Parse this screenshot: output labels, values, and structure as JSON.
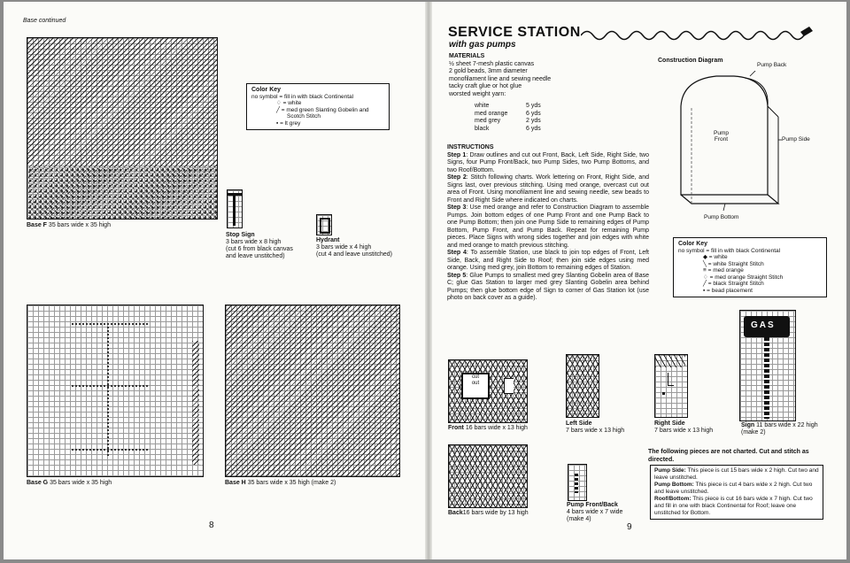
{
  "left_page": {
    "running_head": "Base continued",
    "color_key": {
      "title": "Color Key",
      "rows": [
        "no symbol = fill in with black Continental",
        "♢ = white",
        "╱ = med green Slanting Gobelin and",
        "Scotch Stitch",
        "▪ = lt grey"
      ]
    },
    "base_f": {
      "name": "Base F",
      "size": "35 bars wide x 35 high"
    },
    "stop_sign": {
      "name": "Stop Sign",
      "size": "3 bars wide x 8 high",
      "note1": "(cut 6 from black canvas",
      "note2": "and leave unstitched)"
    },
    "hydrant": {
      "name": "Hydrant",
      "size": "3 bars wide x 4 high",
      "note1": "(cut 4 and leave unstitched)"
    },
    "base_g": {
      "name": "Base G",
      "size": "35 bars wide x 35 high"
    },
    "base_h": {
      "name": "Base H",
      "size": "35 bars wide x 35 high (make 2)"
    },
    "page_number": "8"
  },
  "right_page": {
    "title": "SERVICE STATION",
    "subtitle": "with gas pumps",
    "materials_heading": "MATERIALS",
    "materials": [
      "½ sheet 7-mesh plastic canvas",
      "2 gold beads, 3mm diameter",
      "monofilament line and sewing needle",
      "tacky craft glue or hot glue",
      "worsted weight yarn:"
    ],
    "yarn": [
      {
        "color": "white",
        "amount": "5 yds"
      },
      {
        "color": "med orange",
        "amount": "6 yds"
      },
      {
        "color": "med grey",
        "amount": "2 yds"
      },
      {
        "color": "black",
        "amount": "6 yds"
      }
    ],
    "instructions_heading": "INSTRUCTIONS",
    "steps": [
      {
        "label": "Step 1",
        "text": ": Draw outlines and cut out Front, Back, Left Side, Right Side, two Signs, four Pump Front/Back, two Pump Sides, two Pump Bottoms, and two Roof/Bottom."
      },
      {
        "label": "Step 2",
        "text": ": Stitch following charts. Work lettering on Front, Right Side, and Signs last, over previous stitching. Using med orange, overcast cut out area of Front. Using monofilament line and sewing needle, sew beads to Front and Right Side where indicated on charts."
      },
      {
        "label": "Step 3",
        "text": ": Use med orange and refer to Construction Diagram to assemble Pumps. Join bottom edges of one Pump Front and one Pump Back to one Pump Bottom; then join one Pump Side to remaining edges of Pump Bottom, Pump Front, and Pump Back. Repeat for remaining Pump pieces. Place Signs with wrong sides together and join edges with white and med orange to match previous stitching."
      },
      {
        "label": "Step 4",
        "text": ": To assemble Station, use black to join top edges of Front, Left Side, Back, and Right Side to Roof; then join side edges using med orange. Using med grey, join Bottom to remaining edges of Station."
      },
      {
        "label": "Step 5",
        "text": ": Glue Pumps to smallest med grey Slanting Gobelin area of Base C; glue Gas Station to larger med grey Slanting Gobelin area behind Pumps; then glue bottom edge of Sign to corner of Gas Station lot (use photo on back cover as a guide)."
      }
    ],
    "construction": {
      "title": "Construction Diagram",
      "pump_back": "Pump Back",
      "pump_front": "Pump\nFront",
      "pump_side": "Pump Side",
      "pump_bottom": "Pump Bottom"
    },
    "color_key": {
      "title": "Color Key",
      "rows": [
        "no symbol = fill in with black Continental",
        "◆ = white",
        "╲ = white Straight Stitch",
        "≡ = med orange",
        "♢ = med orange Straight Stitch",
        "╱ = black Straight Stitch",
        "▪ = bead placement"
      ]
    },
    "front": {
      "name": "Front",
      "size": "16 bars wide x 13 high",
      "cutout": "cut\nout"
    },
    "left_side": {
      "name": "Left Side",
      "size": "7 bars wide x 13 high"
    },
    "right_side": {
      "name": "Right Side",
      "size": "7 bars wide x 13 high"
    },
    "sign": {
      "name": "Sign",
      "size": "11 bars wide x 22 high",
      "note": "(make 2)",
      "letters": "GAS"
    },
    "back": {
      "name": "Back",
      "size": "16 bars wide by 13 high"
    },
    "pump_front_back": {
      "name": "Pump Front/Back",
      "size": "4 bars wide x 7 wide",
      "note": "(make 4)"
    },
    "uncharted_heading": "The following pieces are not charted. Cut and stitch as directed.",
    "uncharted": [
      {
        "label": "Pump Side:",
        "text": " This piece is cut 15 bars wide x 2 high. Cut two and leave unstitched."
      },
      {
        "label": "Pump Bottom:",
        "text": " This piece is cut 4 bars wide x 2 high. Cut two and leave unstitched."
      },
      {
        "label": "Roof/Bottom:",
        "text": " This piece is cut 16 bars wide x 7 high. Cut two and fill in one with black Continental for Roof; leave one unstitched for Bottom."
      }
    ],
    "page_number": "9"
  }
}
